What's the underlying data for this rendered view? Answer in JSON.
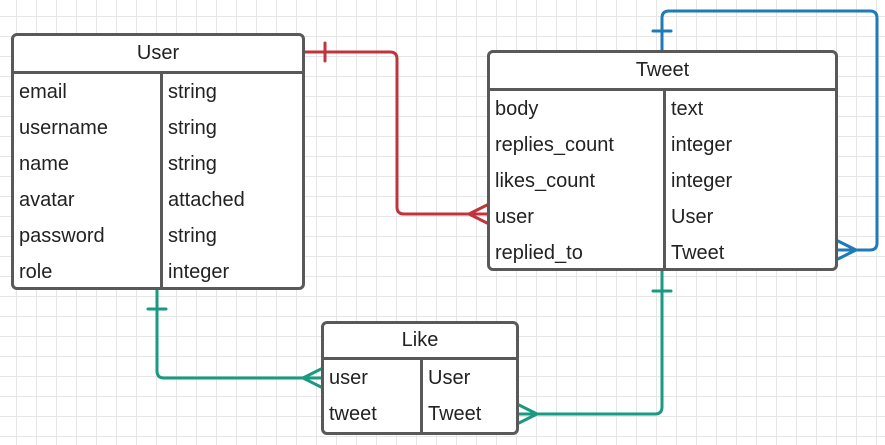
{
  "entities": {
    "user": {
      "title": "User",
      "fields": [
        {
          "name": "email",
          "type": "string"
        },
        {
          "name": "username",
          "type": "string"
        },
        {
          "name": "name",
          "type": "string"
        },
        {
          "name": "avatar",
          "type": "attached"
        },
        {
          "name": "password",
          "type": "string"
        },
        {
          "name": "role",
          "type": "integer"
        }
      ]
    },
    "tweet": {
      "title": "Tweet",
      "fields": [
        {
          "name": "body",
          "type": "text"
        },
        {
          "name": "replies_count",
          "type": "integer"
        },
        {
          "name": "likes_count",
          "type": "integer"
        },
        {
          "name": "user",
          "type": "User"
        },
        {
          "name": "replied_to",
          "type": "Tweet"
        }
      ]
    },
    "like": {
      "title": "Like",
      "fields": [
        {
          "name": "user",
          "type": "User"
        },
        {
          "name": "tweet",
          "type": "Tweet"
        }
      ]
    }
  },
  "relationships": [
    {
      "from": "User",
      "to": "Tweet.user",
      "from_end": "one",
      "to_end": "many",
      "color": "#c0343c"
    },
    {
      "from": "Tweet",
      "to": "Tweet.replied_to",
      "from_end": "one",
      "to_end": "many",
      "color": "#1f7ab8"
    },
    {
      "from": "User",
      "to": "Like.user",
      "from_end": "one",
      "to_end": "many",
      "color": "#1a9a80"
    },
    {
      "from": "Tweet",
      "to": "Like.tweet",
      "from_end": "one",
      "to_end": "many",
      "color": "#1a9a80"
    }
  ],
  "colors": {
    "border": "#595959",
    "grid": "#e6e6e6",
    "user_tweet_link": "#c0343c",
    "self_reply_link": "#1f7ab8",
    "like_links": "#1a9a80"
  }
}
